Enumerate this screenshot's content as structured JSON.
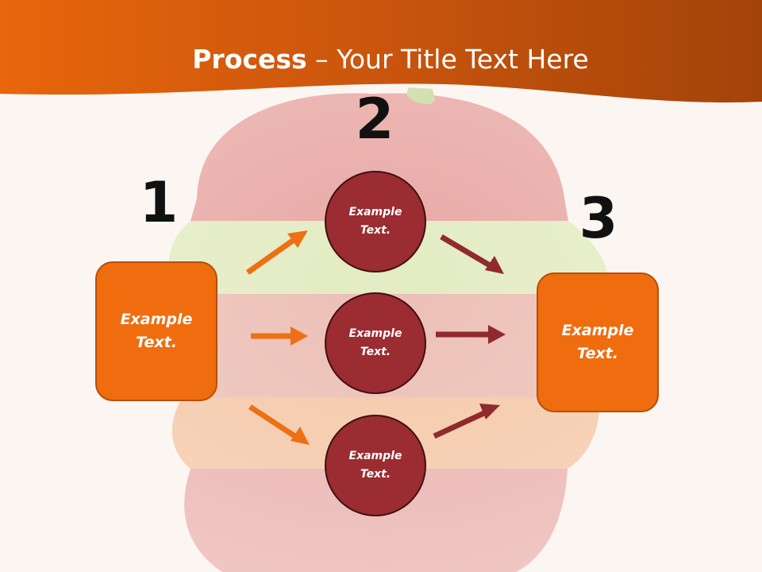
{
  "title": {
    "bold": "Process",
    "rest": " – Your Title Text Here"
  },
  "steps": {
    "one": "1",
    "two": "2",
    "three": "3"
  },
  "left_box": {
    "text": "Example\nText."
  },
  "right_box": {
    "text": "Example\nText."
  },
  "circles": [
    {
      "text": "Example\nText."
    },
    {
      "text": "Example\nText."
    },
    {
      "text": "Example\nText."
    }
  ],
  "colors": {
    "header_orange": "#e0650c",
    "box_orange": "#ef6d0f",
    "circle_red": "#9b2c32",
    "arrow_orange": "#ee6f14",
    "arrow_red": "#8f2a2f"
  }
}
